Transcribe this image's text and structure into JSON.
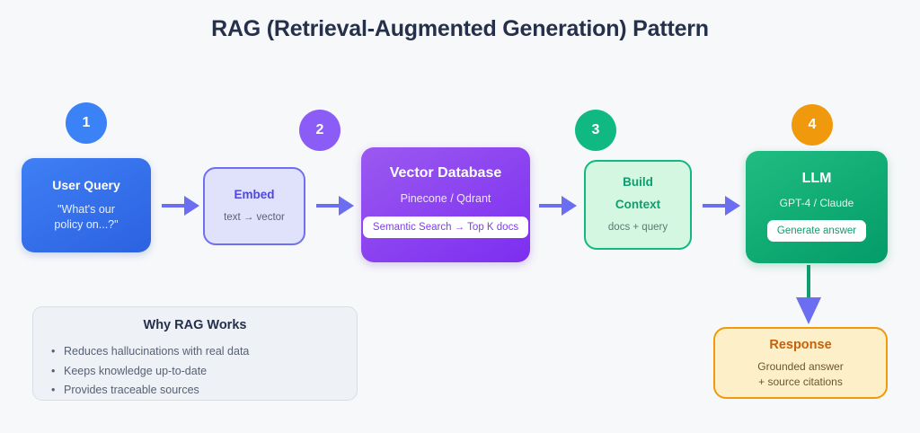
{
  "title": "RAG (Retrieval-Augmented Generation) Pattern",
  "colors": {
    "background": "#f7f8fa",
    "title_text": "#25304b",
    "arrow": "#6b6ef0",
    "badge_1": "#3b82f6",
    "badge_2": "#8b5cf6",
    "badge_3": "#10b981",
    "badge_4": "#f0990d",
    "vector_db": "#7c2ef0",
    "llm": "#049b68",
    "response_border": "#f0990d",
    "vertical_arrow_shaft": "#0f9d6e"
  },
  "badges": [
    {
      "number": "1"
    },
    {
      "number": "2"
    },
    {
      "number": "3"
    },
    {
      "number": "4"
    }
  ],
  "nodes": {
    "user_query": {
      "title": "User Query",
      "sub_line1": "\"What's our",
      "sub_line2": "policy on...?\""
    },
    "embed": {
      "title": "Embed",
      "sub": "text → vector"
    },
    "vector_db": {
      "title": "Vector Database",
      "sub": "Pinecone / Qdrant",
      "pill": "Semantic Search → Top K docs"
    },
    "build_context": {
      "title_line1": "Build",
      "title_line2": "Context",
      "sub": "docs + query"
    },
    "llm": {
      "title": "LLM",
      "sub": "GPT-4 / Claude",
      "pill": "Generate answer"
    },
    "response": {
      "title": "Response",
      "sub_line1": "Grounded answer",
      "sub_line2": "+ source citations"
    }
  },
  "why_rag": {
    "title": "Why RAG Works",
    "bullets": [
      "Reduces hallucinations with real data",
      "Keeps knowledge up-to-date",
      "Provides traceable sources"
    ]
  }
}
